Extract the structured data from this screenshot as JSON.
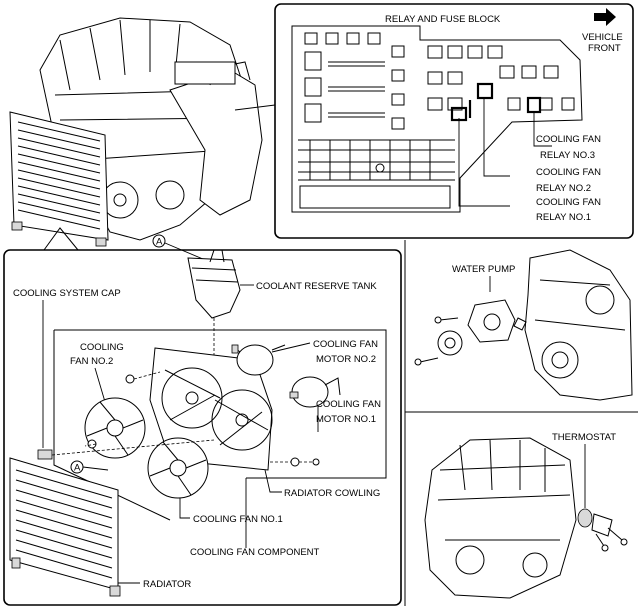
{
  "relay_block": {
    "title": "RELAY AND FUSE BLOCK",
    "orientation": "VEHICLE\nFRONT",
    "orientation_line1": "VEHICLE",
    "orientation_line2": "FRONT",
    "callouts": [
      {
        "line1": "COOLING FAN",
        "line2": "RELAY NO.3"
      },
      {
        "line1": "COOLING FAN",
        "line2": "RELAY NO.2"
      },
      {
        "line1": "COOLING FAN",
        "line2": "RELAY NO.1"
      }
    ]
  },
  "main_labels": {
    "cooling_system_cap": "COOLING SYSTEM CAP",
    "coolant_reserve_tank": "COOLANT RESERVE TANK",
    "cooling_fan_no2_line1": "COOLING",
    "cooling_fan_no2_line2": "FAN NO.2",
    "fan_motor_no2_line1": "COOLING FAN",
    "fan_motor_no2_line2": "MOTOR NO.2",
    "fan_motor_no1_line1": "COOLING FAN",
    "fan_motor_no1_line2": "MOTOR NO.1",
    "radiator_cowling": "RADIATOR COWLING",
    "cooling_fan_no1": "COOLING FAN NO.1",
    "cooling_fan_component": "COOLING FAN COMPONENT",
    "radiator": "RADIATOR",
    "marker_a": "A"
  },
  "side_labels": {
    "water_pump": "WATER PUMP",
    "thermostat": "THERMOSTAT"
  }
}
